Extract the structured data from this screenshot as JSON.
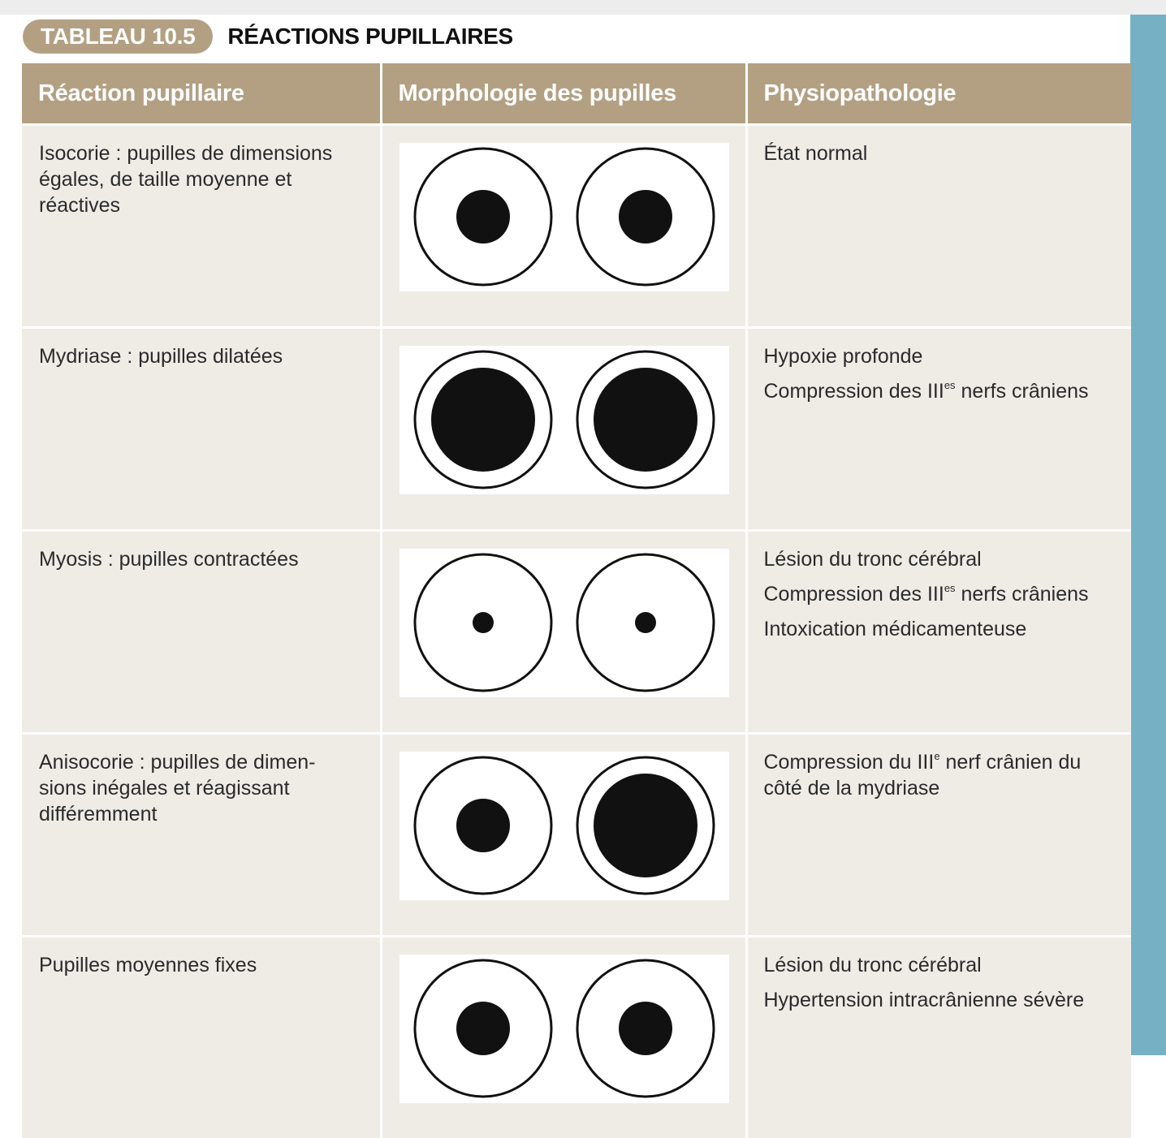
{
  "header": {
    "tag": "TABLEAU 10.5",
    "title": "RÉACTIONS PUPILLAIRES"
  },
  "columns": [
    "Réaction pupillaire",
    "Morphologie des pupilles",
    "Physiopathologie"
  ],
  "rows": [
    {
      "reaction": "Isocorie : pupilles de dimensions égales, de taille moyenne et réactives",
      "pupils": {
        "left": "moyenne",
        "right": "moyenne"
      },
      "physiopathologie": [
        {
          "text": "État normal"
        }
      ]
    },
    {
      "reaction": "Mydriase : pupilles dilatées",
      "pupils": {
        "left": "dilatée",
        "right": "dilatée"
      },
      "physiopathologie": [
        {
          "text": "Hypoxie profonde"
        },
        {
          "text": "Compression des III",
          "sup": "es",
          "after": " nerfs crâniens"
        }
      ]
    },
    {
      "reaction": "Myosis : pupilles contractées",
      "pupils": {
        "left": "contractée",
        "right": "contractée"
      },
      "physiopathologie": [
        {
          "text": "Lésion du tronc cérébral"
        },
        {
          "text": "Compression des III",
          "sup": "es",
          "after": " nerfs crâniens"
        },
        {
          "text": "Intoxication médicamenteuse"
        }
      ]
    },
    {
      "reaction": "Anisocorie : pupilles de dimen- sions inégales et réagissant différemment",
      "pupils": {
        "left": "moyenne",
        "right": "dilatée"
      },
      "physiopathologie": [
        {
          "text": "Compression du III",
          "sup": "e",
          "after": " nerf crânien du côté de la mydriase"
        }
      ]
    },
    {
      "reaction": "Pupilles moyennes fixes",
      "pupils": {
        "left": "moyenne",
        "right": "moyenne"
      },
      "physiopathologie": [
        {
          "text": "Lésion du tronc cérébral"
        },
        {
          "text": "Hypertension intracrânienne sévère"
        }
      ]
    }
  ],
  "colors": {
    "header_bg": "#b3a083",
    "cell_bg": "#efece6",
    "side_accent": "#75b0c4"
  }
}
